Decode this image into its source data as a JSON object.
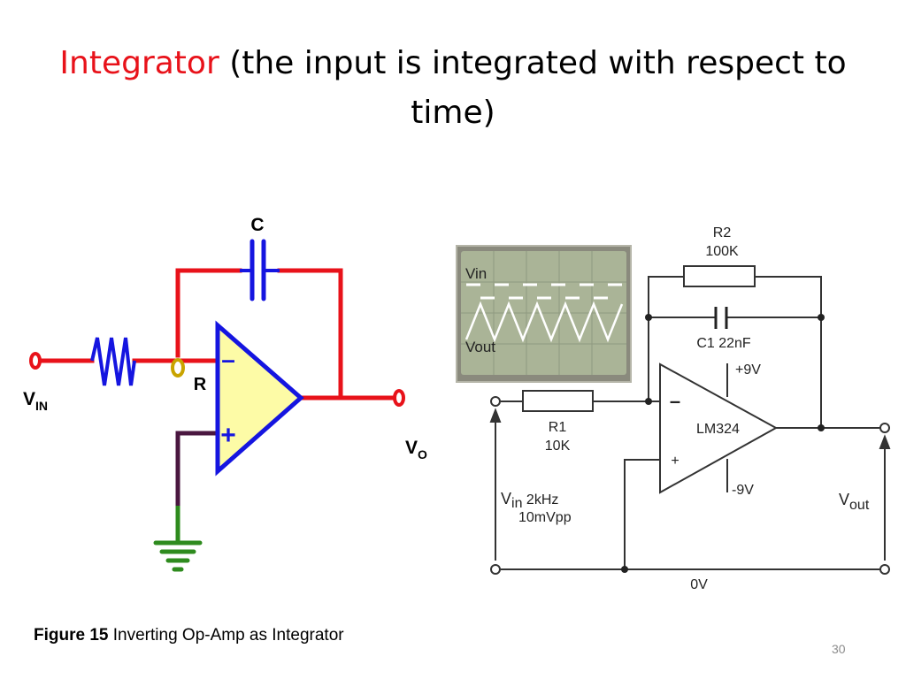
{
  "slide": {
    "title_accent": "Integrator",
    "title_rest": " (the input is integrated with respect to time)",
    "caption_bold": "Figure 15",
    "caption_rest": " Inverting Op-Amp as Integrator",
    "page_number": "30"
  },
  "left_circuit": {
    "capacitor_label": "C",
    "resistor_label": "R",
    "input_label": "V",
    "input_sub": "IN",
    "output_label": "V",
    "output_sub": "O",
    "minus_sign": "–",
    "plus_sign": "+",
    "colors": {
      "wire": "#e8121a",
      "opamp_fill": "#fdfba6",
      "opamp_stroke": "#1515e0",
      "resistor": "#1515e0",
      "terminal": "#c9a400",
      "noninverting_wire": "#4a1740",
      "ground": "#2e8b1e"
    }
  },
  "oscilloscope": {
    "vin_label": "Vin",
    "vout_label": "Vout",
    "screen_color": "#aab497",
    "bezel_color": "#8a8a7d"
  },
  "right_circuit": {
    "r2_name": "R2",
    "r2_value": "100K",
    "c1_label": "C1 22nF",
    "pos_supply": "+9V",
    "neg_supply": "-9V",
    "opamp_name": "LM324",
    "minus_sign": "–",
    "plus_sign": "+",
    "r1_name": "R1",
    "r1_value": "10K",
    "vin_label_main": "V",
    "vin_label_sub": "in",
    "vin_spec_1": " 2kHz",
    "vin_spec_2": "10mVpp",
    "vout_label_main": "V",
    "vout_label_sub": "out",
    "ground_label": "0V"
  }
}
